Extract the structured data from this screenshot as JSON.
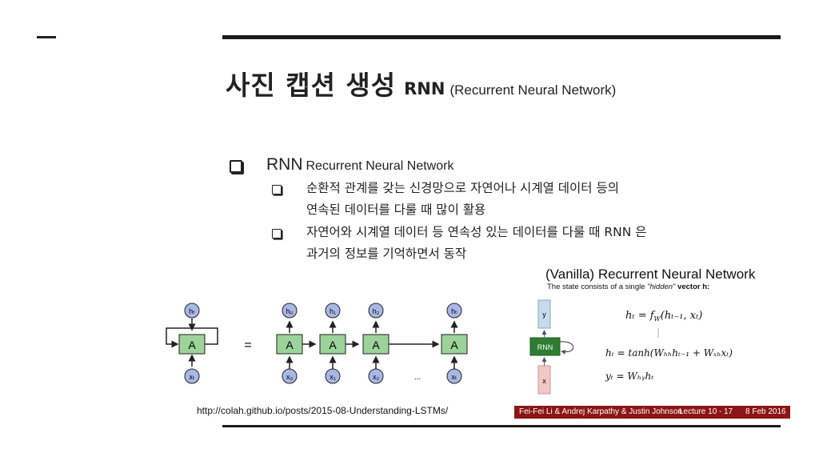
{
  "slide": {
    "title_korean": "사진 캡션 생성",
    "title_rnn": "RNN",
    "title_full": "(Recurrent Neural Network)"
  },
  "bullets": {
    "main_label": "RNN",
    "main_sub": "Recurrent Neural Network",
    "sub_items": [
      {
        "line1": "순환적 관계를 갖는 신경망으로 자연어나 시계열 데이터 등의",
        "line2": "연속된 데이터를 다룰 때 많이 활용"
      },
      {
        "line1": "자연어와 시계열 데이터 등 연속성 있는 데이터를 다룰 때 RNN 은",
        "line2": "과거의 정보를 기억하면서 동작"
      }
    ]
  },
  "lstm_figure": {
    "cell_label": "A",
    "equals": "=",
    "h_labels": [
      "hₜ",
      "h₀",
      "h₁",
      "h₂",
      "hₜ"
    ],
    "x_labels": [
      "xₜ",
      "x₀",
      "x₁",
      "x₂",
      "xₜ"
    ],
    "ellipsis": "...",
    "source_url": "http://colah.github.io/posts/2015-08-Understanding-LSTMs/"
  },
  "vanilla_figure": {
    "title": "(Vanilla) Recurrent Neural Network",
    "subtitle_prefix": "The state consists of a single ",
    "subtitle_emph": "\"hidden\"",
    "subtitle_suffix": " vector h:",
    "box_y": "y",
    "box_rnn": "RNN",
    "box_x": "x",
    "eq1_lhs": "hₜ = f",
    "eq1_sub": "W",
    "eq1_rhs": "(hₜ₋₁, xₜ)",
    "eq2": "hₜ = tanh(Wₕₕhₜ₋₁ + Wₓₕxₜ)",
    "eq3": "yₜ = Wₕᵧhₜ",
    "colors": {
      "y_box": "#c9d9ee",
      "rnn_box": "#2e7d32",
      "x_box": "#f4c7c7"
    }
  },
  "footer": {
    "authors": "Fei-Fei Li & Andrej Karpathy & Justin Johnson",
    "lecture": "Lecture 10 -",
    "page": "17",
    "date": "8 Feb 2016",
    "bar_color": "#8c1515"
  }
}
